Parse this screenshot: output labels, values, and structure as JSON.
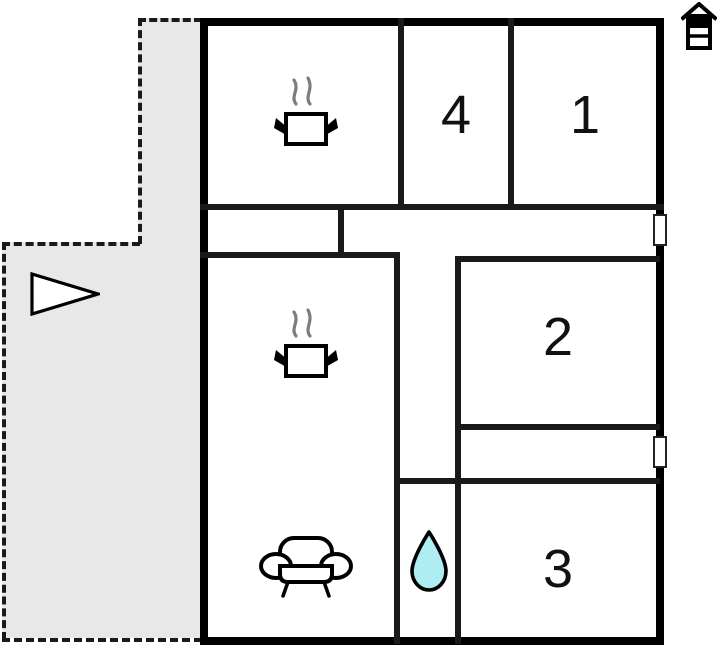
{
  "plan": {
    "title": "Apartment floor plan",
    "background_color": "#ffffff",
    "wall_color": "#000000",
    "terrace_color": "#e8e8e8",
    "water_color": "#aeeef2"
  },
  "rooms": [
    {
      "id": "kitchen-top",
      "label": "",
      "icon": "cooking-pot-icon",
      "name": "kitchen"
    },
    {
      "id": "room-4",
      "label": "4",
      "icon": "",
      "name": "bedroom-4"
    },
    {
      "id": "room-1",
      "label": "1",
      "icon": "",
      "name": "bedroom-1"
    },
    {
      "id": "room-2",
      "label": "2",
      "icon": "",
      "name": "bedroom-2"
    },
    {
      "id": "room-3",
      "label": "3",
      "icon": "",
      "name": "bedroom-3"
    },
    {
      "id": "living-room",
      "label": "",
      "icon": "cooking-pot-icon",
      "name": "living-kitchen"
    },
    {
      "id": "lounge",
      "label": "",
      "icon": "sofa-icon",
      "name": "lounge"
    },
    {
      "id": "bathroom",
      "label": "",
      "icon": "water-drop-icon",
      "name": "bathroom"
    },
    {
      "id": "corridor",
      "label": "",
      "icon": "",
      "name": "corridor"
    }
  ],
  "icons": {
    "cooking_pot": "cooking-pot-icon",
    "sofa": "sofa-icon",
    "water_drop": "water-drop-icon",
    "house": "house-icon",
    "direction_triangle": "direction-triangle-icon"
  },
  "legend": {
    "terrace_label": "",
    "house_label": ""
  }
}
